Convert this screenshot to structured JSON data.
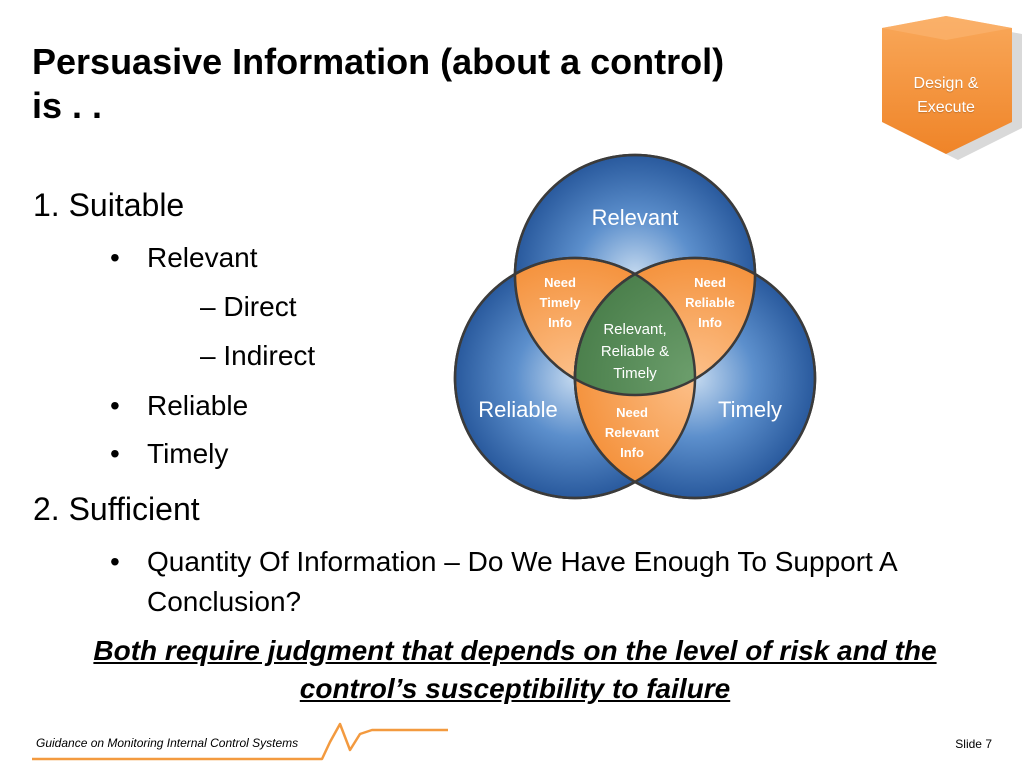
{
  "slide": {
    "title": "Persuasive Information (about a control) is . .",
    "badge": {
      "line1": "Design &",
      "line2": "Execute"
    },
    "outline": {
      "item1": "1. Suitable",
      "bullet": "•",
      "relevant": "Relevant",
      "direct": "– Direct",
      "indirect": "– Indirect",
      "reliable": "Reliable",
      "timely": "Timely",
      "item2": "2. Sufficient",
      "quantity": "Quantity Of Information – Do We Have Enough To Support A Conclusion?"
    },
    "conclusion": "Both require judgment that depends on the level of risk and the control’s susceptibility to failure",
    "venn": {
      "top": "Relevant",
      "left": "Reliable",
      "right": "Timely",
      "need_timely": [
        "Need",
        "Timely",
        "Info"
      ],
      "need_reliable": [
        "Need",
        "Reliable",
        "Info"
      ],
      "need_relevant": [
        "Need",
        "Relevant",
        "Info"
      ],
      "center": [
        "Relevant,",
        "Reliable &",
        "Timely"
      ]
    },
    "footer": {
      "text": "Guidance on Monitoring Internal Control Systems",
      "slide": "Slide 7"
    }
  },
  "colors": {
    "circle_blue": "#3a73c0",
    "overlap_orange": "#f7913d",
    "center_green": "#4f8250",
    "accent_orange": "#f39a3f"
  }
}
